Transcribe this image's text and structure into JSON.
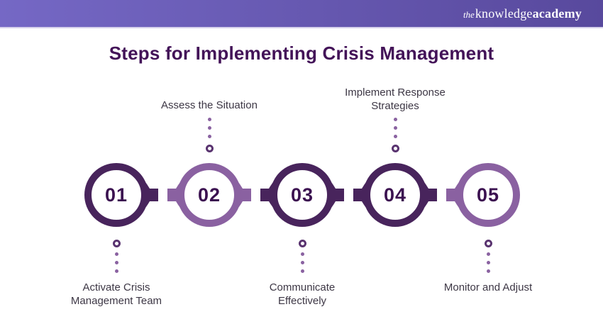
{
  "header": {
    "logo": {
      "the": "the",
      "knowledge": "knowledge",
      "academy": "academy"
    }
  },
  "title": "Steps for Implementing Crisis Management",
  "colors": {
    "dark": "#48245c",
    "medium": "#8a61a1",
    "number": "#3b1150",
    "title": "#431358",
    "label": "#3d3745",
    "dot": "#8a62a1",
    "dot-ring": "#5a3470",
    "bar-left": "#7568c5",
    "bar-right": "#58499d",
    "bar-border": "#d8d3ec",
    "logo-text": "#ffffff"
  },
  "steps": [
    {
      "number": "01",
      "label": "Activate Crisis Management Team",
      "label_position": "bottom",
      "tone": "dark"
    },
    {
      "number": "02",
      "label": "Assess the Situation",
      "label_position": "top",
      "tone": "medium"
    },
    {
      "number": "03",
      "label": "Communicate Effectively",
      "label_position": "bottom",
      "tone": "dark"
    },
    {
      "number": "04",
      "label": "Implement Response Strategies",
      "label_position": "top",
      "tone": "dark"
    },
    {
      "number": "05",
      "label": "Monitor and Adjust",
      "label_position": "bottom",
      "tone": "medium"
    }
  ]
}
